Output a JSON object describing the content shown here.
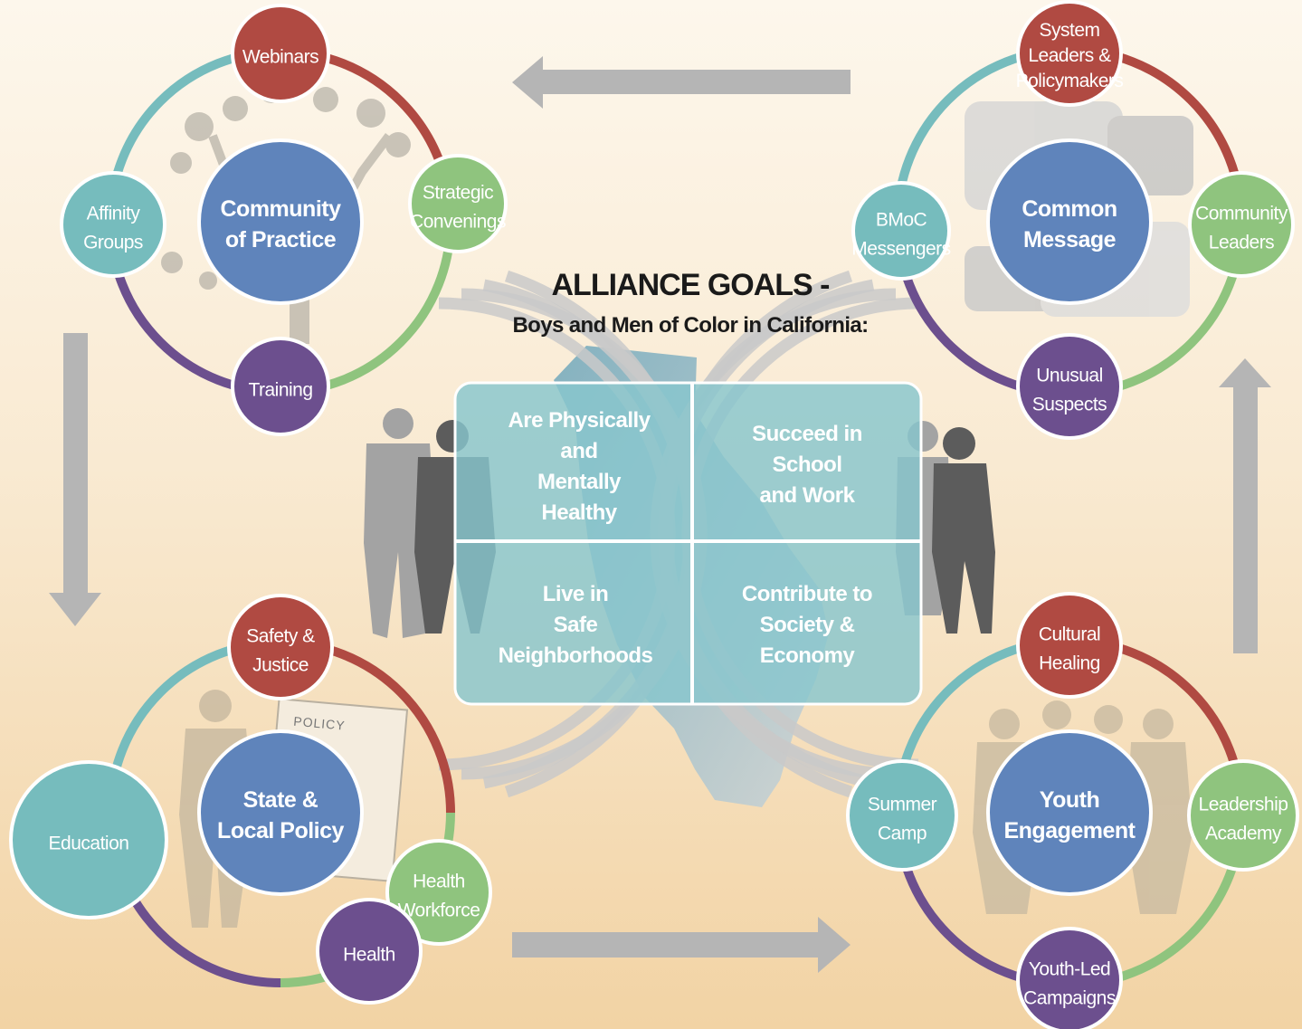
{
  "goals_panel": {
    "title": "ALLIANCE GOALS -",
    "subtitle": "Boys and Men of Color in California:",
    "quadrants": [
      {
        "lines": [
          "Are Physically",
          "and",
          "Mentally",
          "Healthy"
        ]
      },
      {
        "lines": [
          "Succeed in",
          "School",
          "and Work"
        ]
      },
      {
        "lines": [
          "Live in",
          "Safe",
          "Neighborhoods"
        ]
      },
      {
        "lines": [
          "Contribute to",
          "Society &",
          "Economy"
        ]
      }
    ]
  },
  "clusters": {
    "community_of_practice": {
      "hub": [
        "Community",
        "of Practice"
      ],
      "nodes": [
        {
          "lines": [
            "Webinars"
          ],
          "color": "#b04a42"
        },
        {
          "lines": [
            "Strategic",
            "Convenings"
          ],
          "color": "#8fc47e"
        },
        {
          "lines": [
            "Training"
          ],
          "color": "#6c4f8e"
        },
        {
          "lines": [
            "Affinity",
            "Groups"
          ],
          "color": "#76bcbd"
        }
      ]
    },
    "common_message": {
      "hub": [
        "Common",
        "Message"
      ],
      "nodes": [
        {
          "lines": [
            "System",
            "Leaders &",
            "Policymakers"
          ],
          "color": "#b04a42"
        },
        {
          "lines": [
            "Community",
            "Leaders"
          ],
          "color": "#8fc47e"
        },
        {
          "lines": [
            "Unusual",
            "Suspects"
          ],
          "color": "#6c4f8e"
        },
        {
          "lines": [
            "BMoC",
            "Messengers"
          ],
          "color": "#76bcbd"
        }
      ]
    },
    "state_local_policy": {
      "hub": [
        "State &",
        "Local Policy"
      ],
      "policy_sheet": "POLICY",
      "nodes": [
        {
          "lines": [
            "Safety &",
            "Justice"
          ],
          "color": "#b04a42"
        },
        {
          "lines": [
            "Health",
            "Workforce"
          ],
          "color": "#8fc47e"
        },
        {
          "lines": [
            "Health"
          ],
          "color": "#6c4f8e"
        },
        {
          "lines": [
            "Education"
          ],
          "color": "#76bcbd"
        }
      ]
    },
    "youth_engagement": {
      "hub": [
        "Youth",
        "Engagement"
      ],
      "nodes": [
        {
          "lines": [
            "Cultural",
            "Healing"
          ],
          "color": "#b04a42"
        },
        {
          "lines": [
            "Leadership",
            "Academy"
          ],
          "color": "#8fc47e"
        },
        {
          "lines": [
            "Youth-Led",
            "Campaigns"
          ],
          "color": "#6c4f8e"
        },
        {
          "lines": [
            "Summer",
            "Camp"
          ],
          "color": "#76bcbd"
        }
      ]
    }
  },
  "colors": {
    "hub": "#5f84bb",
    "red": "#b04a42",
    "green": "#8fc47e",
    "purple": "#6c4f8e",
    "teal": "#76bcbd",
    "arrow": "#b5b5b5",
    "goal_panel": "#88c6cd",
    "silhouette_dark": "#5c5c5c",
    "silhouette_light": "#a3a3a3"
  },
  "icons": [
    "tree-icon",
    "speech-bubbles-icon",
    "policy-document-icon",
    "group-silhouette-icon",
    "person-silhouette-icon",
    "california-map-icon",
    "radiating-arcs-icon"
  ]
}
